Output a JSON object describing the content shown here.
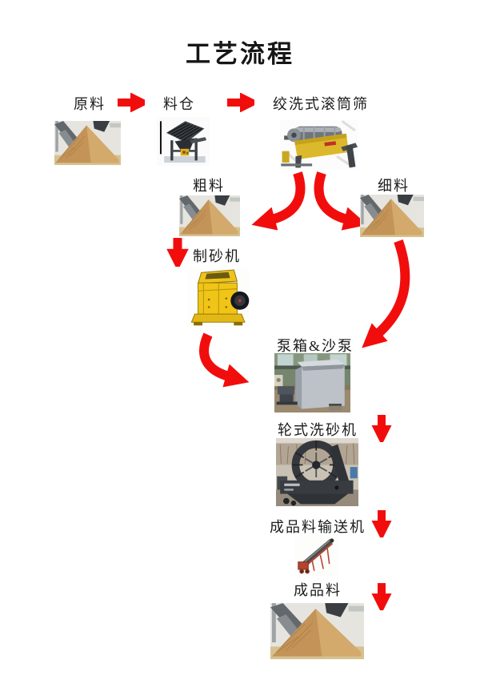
{
  "title": "工艺流程",
  "colors": {
    "arrow_red": "#f20d0d",
    "sand_tan": "#c49357",
    "machine_yellow": "#ecc41e",
    "machine_dark_gray": "#3a3e43"
  },
  "nodes": {
    "raw_material": {
      "label": "原料",
      "image": "sand-pile-photo"
    },
    "feed_hopper": {
      "label": "料仓",
      "image": "feed-hopper-photo"
    },
    "drum_screen": {
      "label": "绞洗式滚筒筛",
      "image": "drum-screen-photo"
    },
    "coarse_material": {
      "label": "粗料",
      "image": "sand-pile-photo"
    },
    "fine_material": {
      "label": "细料",
      "image": "sand-pile-photo"
    },
    "sand_maker": {
      "label": "制砂机",
      "image": "sand-making-machine-photo"
    },
    "pump_box": {
      "label": "泵箱&沙泵",
      "image": "pump-box-photo"
    },
    "wheel_washer": {
      "label": "轮式洗砂机",
      "image": "wheel-sand-washer-photo"
    },
    "product_conveyor": {
      "label": "成品料输送机",
      "image": "belt-conveyor-photo"
    },
    "finished_product": {
      "label": "成品料",
      "image": "sand-pile-photo"
    }
  },
  "flow": [
    {
      "from": "raw_material",
      "to": "feed_hopper",
      "arrow": "straight-right"
    },
    {
      "from": "feed_hopper",
      "to": "drum_screen",
      "arrow": "straight-right"
    },
    {
      "from": "drum_screen",
      "to": "coarse_material",
      "arrow": "curved-left-down"
    },
    {
      "from": "drum_screen",
      "to": "fine_material",
      "arrow": "curved-right-down"
    },
    {
      "from": "coarse_material",
      "to": "sand_maker",
      "arrow": "straight-down"
    },
    {
      "from": "sand_maker",
      "to": "pump_box",
      "arrow": "curved-right-down"
    },
    {
      "from": "fine_material",
      "to": "pump_box",
      "arrow": "curved-left-down-long"
    },
    {
      "from": "pump_box",
      "to": "wheel_washer",
      "arrow": "straight-down"
    },
    {
      "from": "wheel_washer",
      "to": "product_conveyor",
      "arrow": "straight-down"
    },
    {
      "from": "product_conveyor",
      "to": "finished_product",
      "arrow": "straight-down"
    }
  ]
}
